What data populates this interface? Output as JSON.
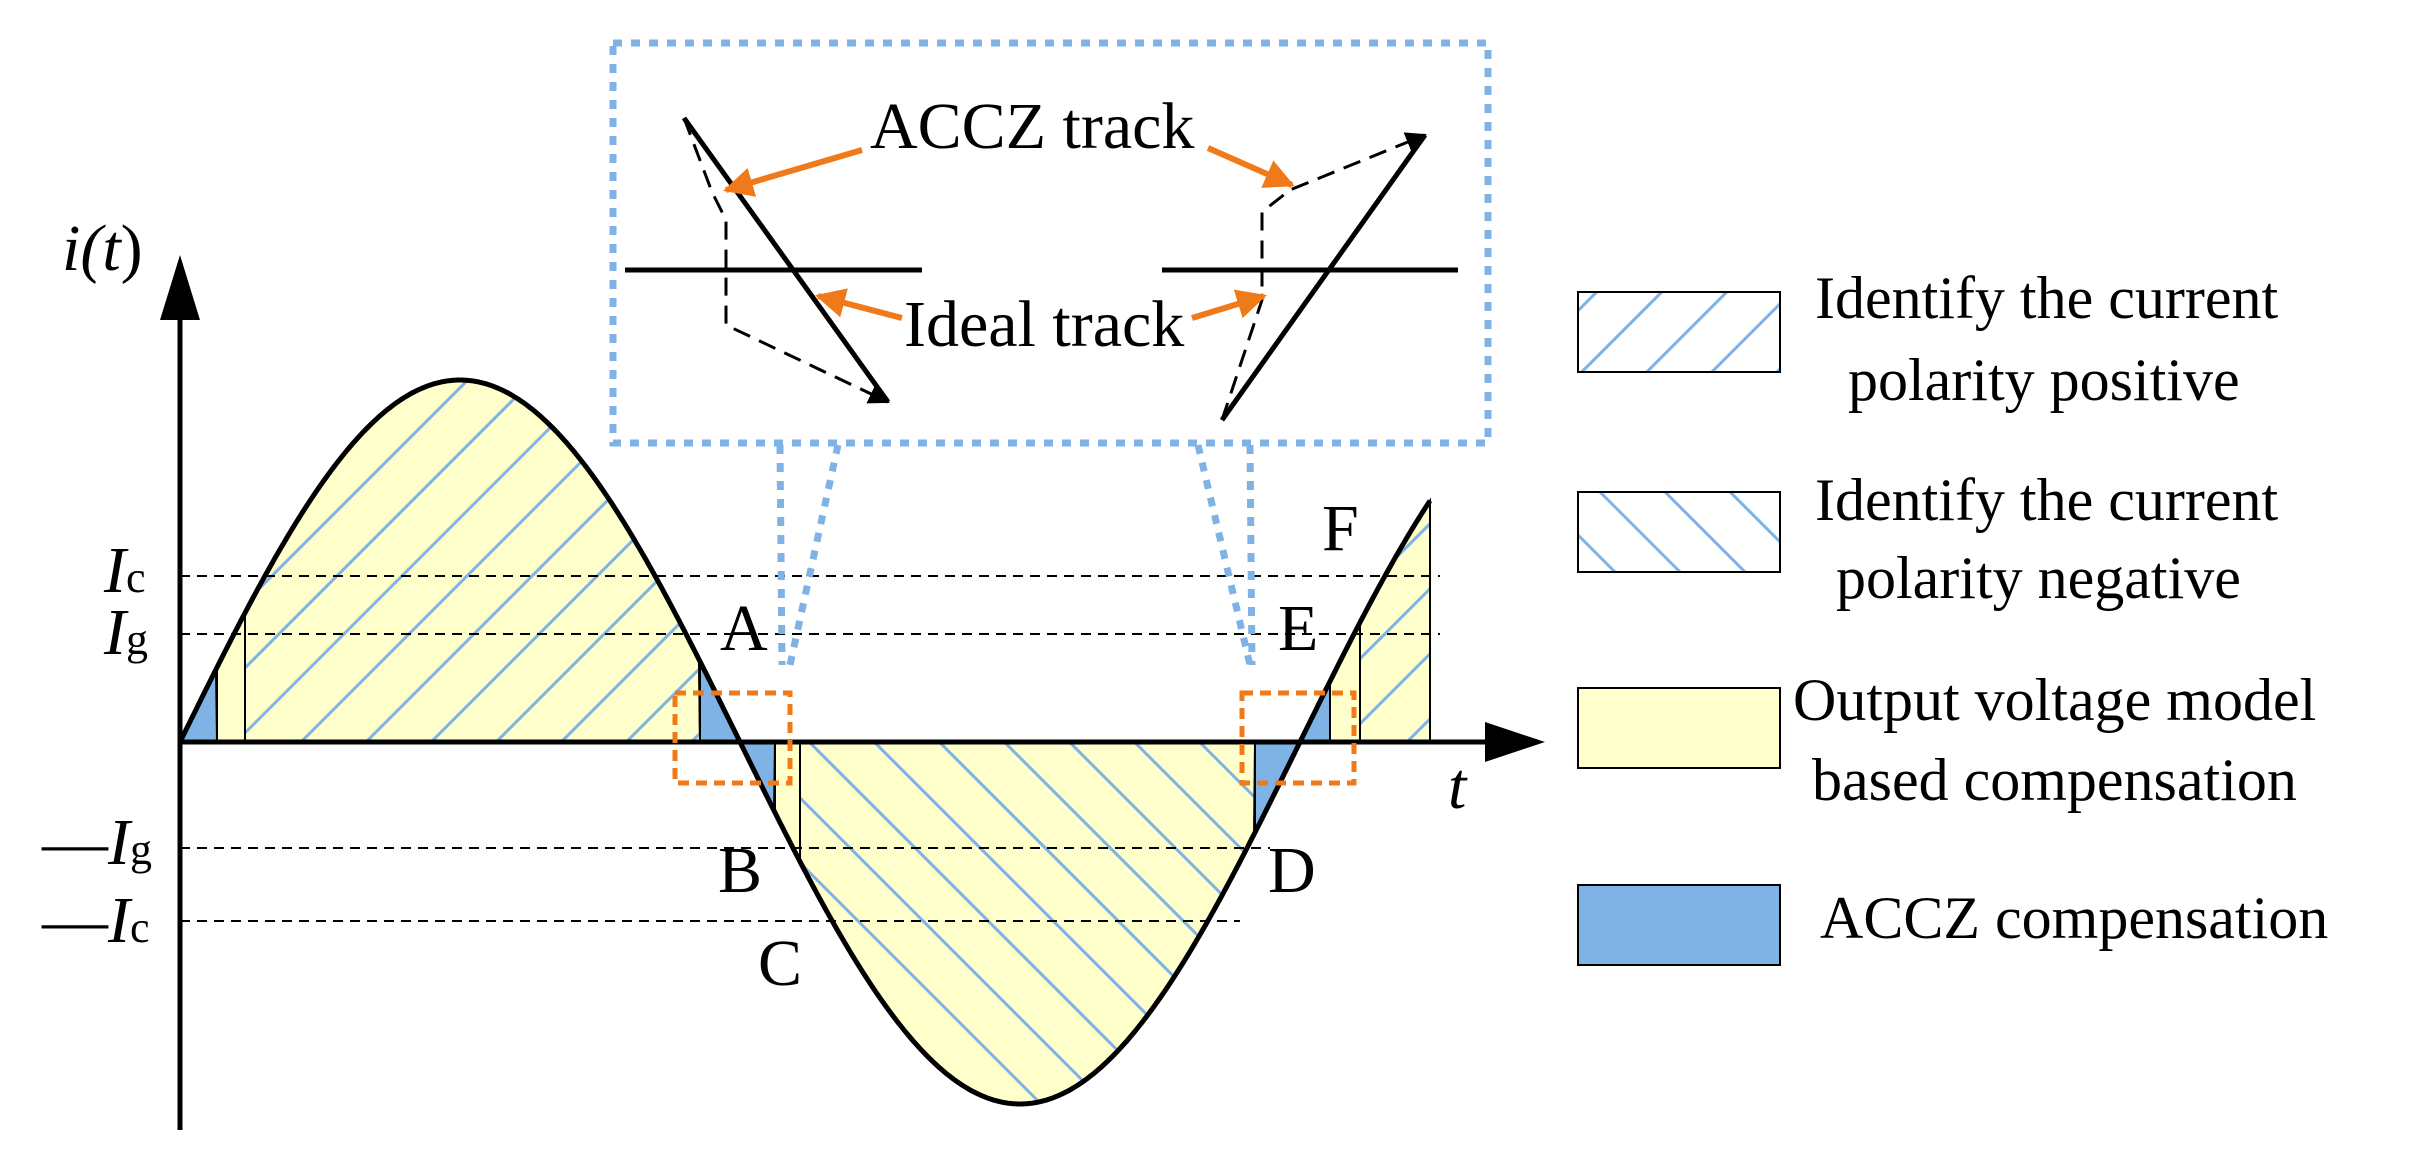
{
  "axes": {
    "y_label_pre": "i(",
    "y_label_var": "t",
    "y_label_post": ")",
    "x_label": "t"
  },
  "levels": [
    {
      "sign": "",
      "symbol": "I",
      "subscript": "c"
    },
    {
      "sign": "",
      "symbol": "I",
      "subscript": "g"
    },
    {
      "sign": "—",
      "symbol": "I",
      "subscript": "g"
    },
    {
      "sign": "—",
      "symbol": "I",
      "subscript": "c"
    }
  ],
  "points": [
    "A",
    "B",
    "C",
    "D",
    "E",
    "F"
  ],
  "inset": {
    "accz_label": "ACCZ track",
    "ideal_label": "Ideal track"
  },
  "legend": [
    {
      "line1": "Identify the current",
      "line2": "polarity  positive"
    },
    {
      "line1": "Identify the current",
      "line2": "polarity  negative"
    },
    {
      "line1": "Output voltage model",
      "line2": "based compensation"
    },
    {
      "line1": "ACCZ compensation",
      "line2": ""
    }
  ],
  "colors": {
    "hatch_blue": "#7fb2e5",
    "fill_yellow": "#ffffcc",
    "accz_blue": "#7fb2e5",
    "arrow_orange": "#f07a1a",
    "inset_border": "#7fb2e5",
    "zoom_box": "#f07a1a"
  }
}
